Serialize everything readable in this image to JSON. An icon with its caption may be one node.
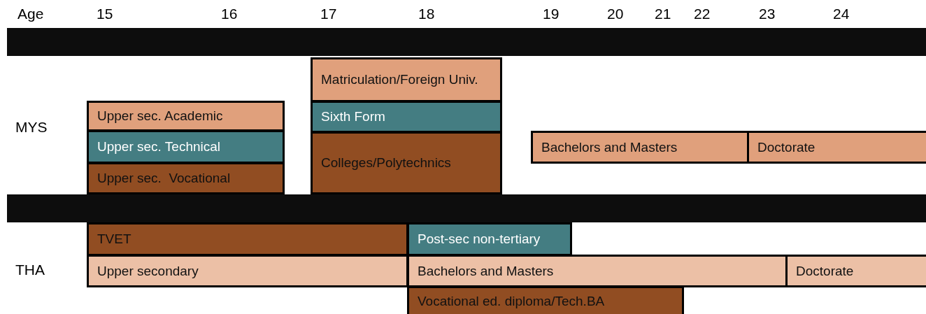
{
  "diagram": {
    "nodes": [
      {
        "text": [],
        "shape": "bar"
      },
      {
        "text": [
          "Matriculation/Foreign Univ."
        ]
      },
      {
        "text": [
          "Upper sec. Academic"
        ]
      },
      {
        "text": [
          "Sixth Form"
        ]
      },
      {
        "text": [
          "Upper sec. Technical"
        ]
      },
      {
        "text": [
          "Bachelors and Masters"
        ]
      },
      {
        "text": [
          "Doctorate"
        ]
      },
      {
        "text": [
          "Colleges/Polytechnics"
        ]
      },
      {
        "text": [
          "Upper sec.  Vocational"
        ]
      },
      {
        "text": [],
        "shape": "bar"
      },
      {
        "text": [
          "TVET"
        ]
      },
      {
        "text": [
          "Post-sec non-tertiary"
        ]
      },
      {
        "text": [
          "Upper secondary"
        ]
      },
      {
        "text": [
          "Bachelors and Masters"
        ]
      },
      {
        "text": [
          "Doctorate"
        ]
      },
      {
        "text": [
          "Vocational ed. diploma/Tech.BA"
        ]
      }
    ],
    "labels": [
      "Age",
      "15",
      "16",
      "17",
      "18",
      "19",
      "20",
      "21",
      "22",
      "23",
      "24",
      "MYS",
      "THA"
    ]
  }
}
